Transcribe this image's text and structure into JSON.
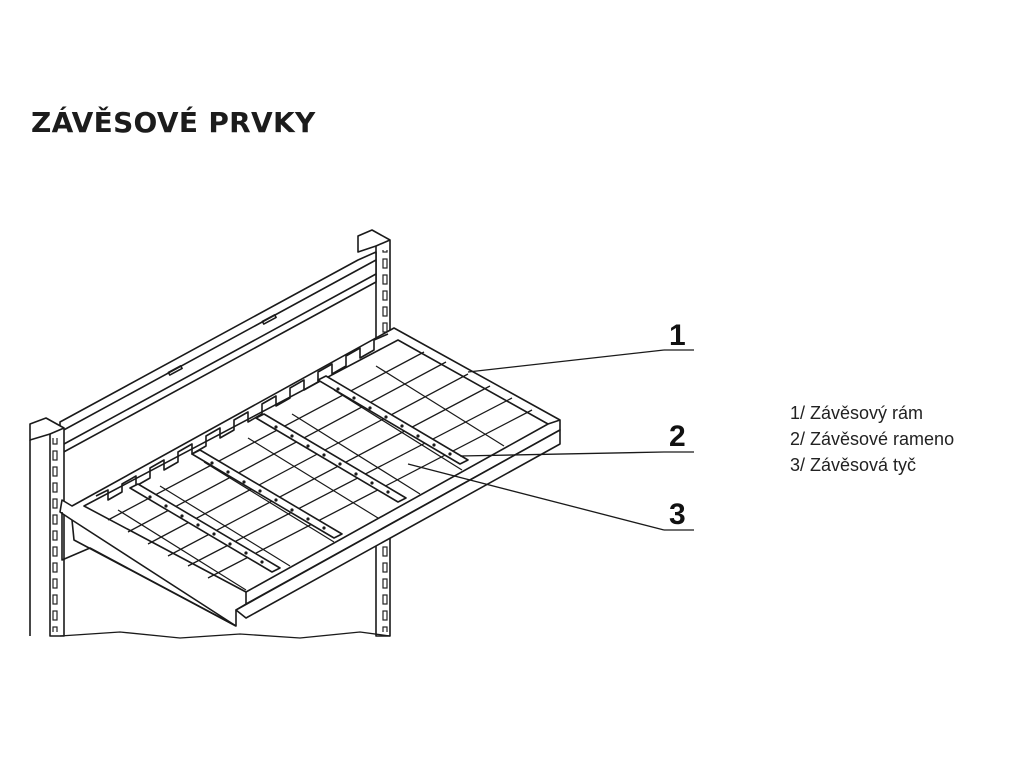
{
  "title": "ZÁVĚSOVÉ PRVKY",
  "callouts": [
    {
      "number": "1"
    },
    {
      "number": "2"
    },
    {
      "number": "3"
    }
  ],
  "legend": [
    "1/ Závěsový rám",
    "2/ Závěsové rameno",
    "3/ Závěsová tyč"
  ]
}
